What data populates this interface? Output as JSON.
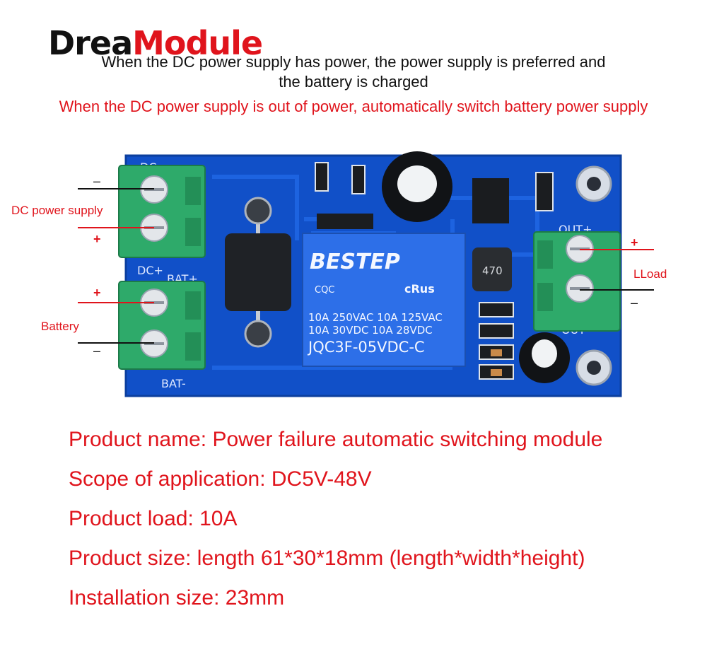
{
  "brand": {
    "part1": "Drea",
    "part2": "Module"
  },
  "header": {
    "line1": "When the DC power supply has power, the power supply is preferred and",
    "line2": "the battery is charged",
    "line3": "When the DC power supply is out of power, automatically switch battery power supply"
  },
  "labels": {
    "dc_supply": "DC power supply",
    "battery": "Battery",
    "load": "LLoad",
    "plus": "+",
    "minus": "–"
  },
  "board": {
    "silk_dc_minus": "DC-",
    "silk_dc_plus": "DC+",
    "silk_bat_plus": "BAT+",
    "silk_bat_minus": "BAT-",
    "silk_out_plus": "OUT+",
    "silk_out_minus": "OUT-",
    "inductor": "470",
    "relay": {
      "brand": "BESTEP",
      "cert1": "CQC",
      "cert2": "cRus",
      "rating1": "10A 250VAC  10A 125VAC",
      "rating2": "10A  30VDC  10A  28VDC",
      "model": "JQC3F-05VDC-C"
    }
  },
  "specs": [
    "Product name: Power failure automatic switching module",
    "Scope of application: DC5V-48V",
    "Product load: 10A",
    "Product size: length 61*30*18mm (length*width*height)",
    "Installation size: 23mm"
  ],
  "colors": {
    "pcb": "#1150c8",
    "terminal": "#2eaa6a",
    "relay": "#2d6fe8",
    "accent": "#e0141c"
  }
}
